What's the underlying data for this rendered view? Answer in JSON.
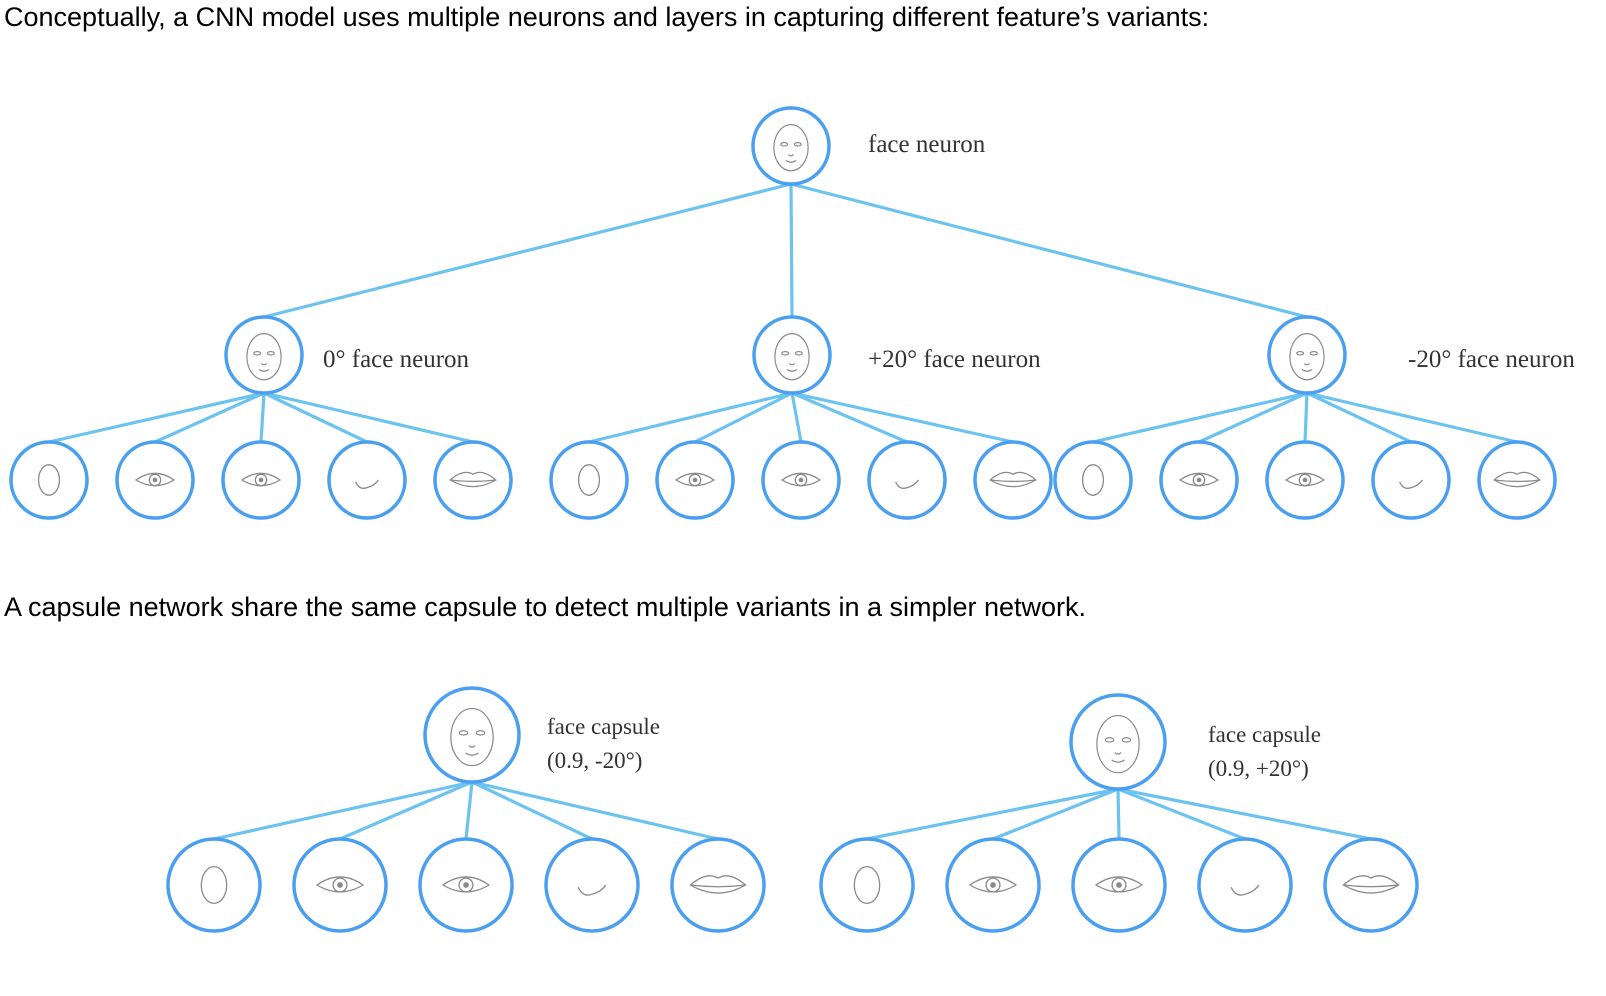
{
  "captions": {
    "cnn": "Conceptually, a CNN model uses multiple neurons and layers in capturing different feature’s variants:",
    "capsule": "A capsule network share the same capsule to detect multiple variants in a simpler network."
  },
  "colors": {
    "node_stroke": "#4a9ff0",
    "edge": "#6cc3f0",
    "sketch": "#8a8a8a"
  },
  "cnn_tree": {
    "root_label": "face neuron",
    "children": [
      {
        "label": "0° face neuron",
        "features": [
          "face-outline-icon",
          "eye-icon",
          "eye-icon",
          "nose-icon",
          "lips-icon"
        ]
      },
      {
        "label": "+20° face neuron",
        "features": [
          "face-outline-icon",
          "eye-icon",
          "eye-icon",
          "nose-icon",
          "lips-icon"
        ]
      },
      {
        "label": "-20° face neuron",
        "features": [
          "face-outline-icon",
          "eye-icon",
          "eye-icon",
          "nose-icon",
          "lips-icon"
        ]
      }
    ]
  },
  "capsule_trees": [
    {
      "label_line1": "face capsule",
      "label_line2": "(0.9, -20°)",
      "features": [
        "face-outline-icon",
        "eye-icon",
        "eye-icon",
        "nose-icon",
        "lips-icon"
      ]
    },
    {
      "label_line1": "face capsule",
      "label_line2": "(0.9, +20°)",
      "features": [
        "face-outline-icon",
        "eye-icon",
        "eye-icon",
        "nose-icon",
        "lips-icon"
      ]
    }
  ]
}
